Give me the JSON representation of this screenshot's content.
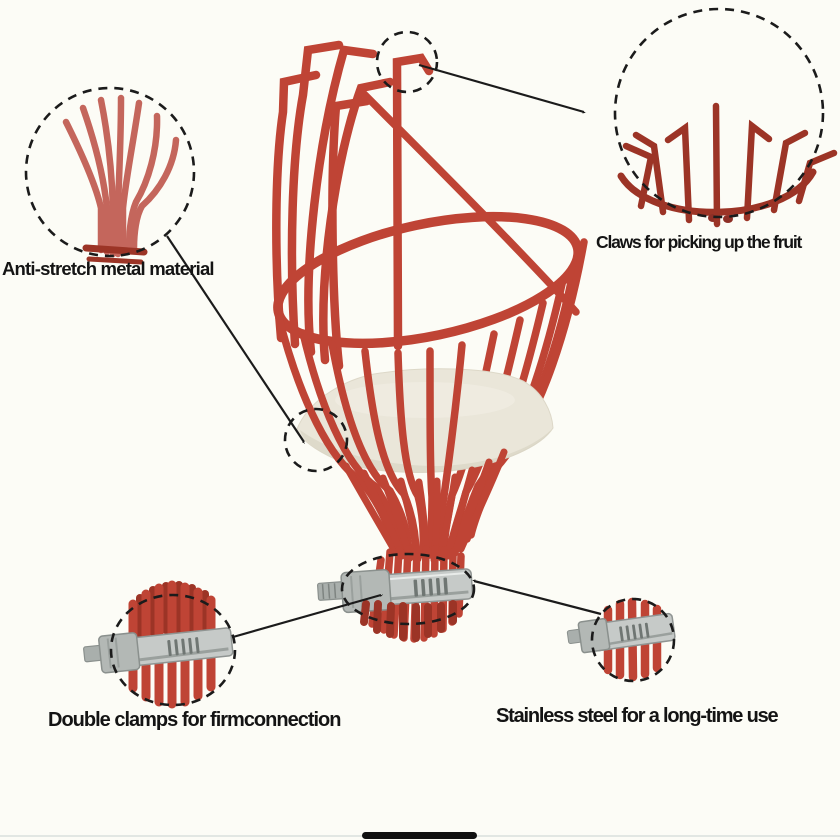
{
  "page": {
    "background": "#fcfcf6"
  },
  "product": {
    "name": "Fruit picker wire basket",
    "colors": {
      "background": "#fcfcf6",
      "wire_red": "#bf4435",
      "wire_red_dark": "#9c3426",
      "wire_red_light": "#c4665c",
      "pad_beige": "#eae6d9",
      "pad_shadow": "#d9d4c3",
      "clamp_silver": "#c6cac8",
      "clamp_silver_dark": "#8f9492",
      "annotation": "#1b1b1b"
    }
  },
  "annotations": {
    "anti_stretch": {
      "label": "Anti-stretch metal material"
    },
    "claws": {
      "label": "Claws for picking up the fruit"
    },
    "double_clamps": {
      "label": "Double clamps for firmconnection"
    },
    "stainless": {
      "label": "Stainless steel for a long-time use"
    }
  }
}
